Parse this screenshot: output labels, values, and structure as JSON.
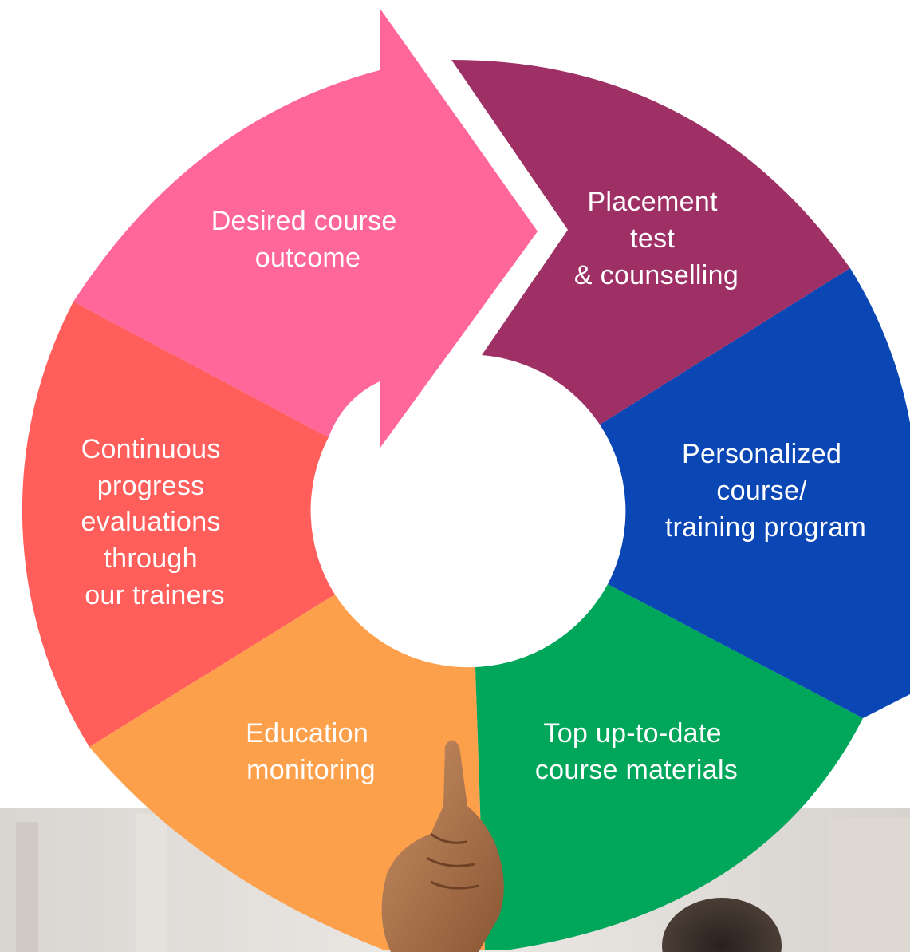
{
  "diagram": {
    "type": "cycle",
    "segments": [
      {
        "id": "desired-outcome",
        "color": "#FF6699",
        "lines": [
          "Desired course",
          "outcome"
        ]
      },
      {
        "id": "placement-test",
        "color": "#9E3066",
        "lines": [
          "Placement",
          "test",
          "& counselling"
        ]
      },
      {
        "id": "personalized-program",
        "color": "#0A47B5",
        "lines": [
          "Personalized",
          "course/",
          "training program"
        ]
      },
      {
        "id": "course-materials",
        "color": "#00A65A",
        "lines": [
          "Top up-to-date",
          "course materials"
        ]
      },
      {
        "id": "education-monitoring",
        "color": "#FDA04C",
        "lines": [
          "Education",
          "monitoring"
        ]
      },
      {
        "id": "progress-evaluations",
        "color": "#FF5E5B",
        "lines": [
          "Continuous",
          "progress",
          "evaluations",
          "through",
          "our trainers"
        ]
      }
    ]
  }
}
